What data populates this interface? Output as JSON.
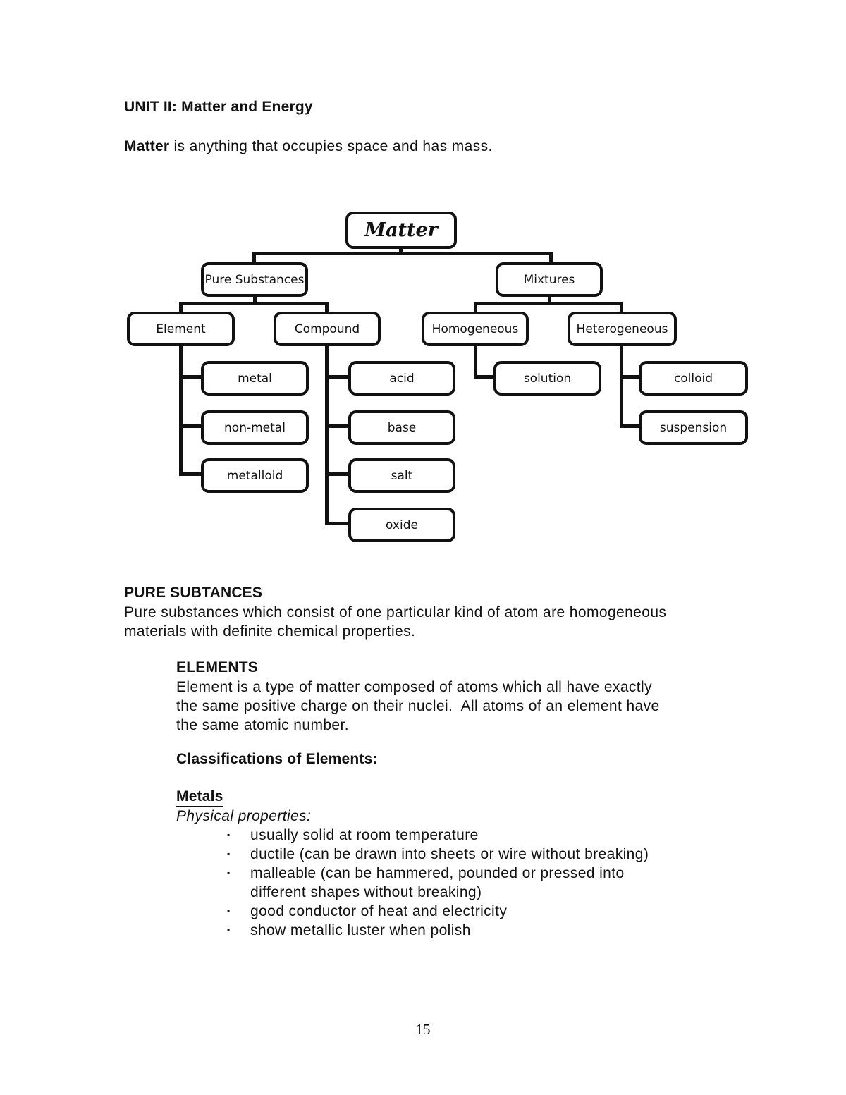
{
  "header": {
    "unit_title": "UNIT II: Matter and Energy",
    "intro_lead": "Matter",
    "intro_rest": " is anything that occupies space and has mass."
  },
  "diagram": {
    "nodes": {
      "matter": "Matter",
      "pure_substances": "Pure Substances",
      "mixtures": "Mixtures",
      "element": "Element",
      "compound": "Compound",
      "homogeneous": "Homogeneous",
      "heterogeneous": "Heterogeneous",
      "metal": "metal",
      "non_metal": "non-metal",
      "metalloid": "metalloid",
      "acid": "acid",
      "base": "base",
      "salt": "salt",
      "oxide": "oxide",
      "solution": "solution",
      "colloid": "colloid",
      "suspension": "suspension"
    }
  },
  "sections": {
    "pure_substances": {
      "heading": "PURE SUBTANCES",
      "body_lines": [
        "Pure substances which consist of one particular kind of atom are homogeneous",
        "materials with definite chemical properties."
      ]
    },
    "elements": {
      "heading": "ELEMENTS",
      "body_lines": [
        "Element is a type of matter composed of atoms which all have exactly",
        "the same positive charge on their nuclei.  All atoms of an element have",
        "the same atomic number."
      ]
    },
    "classifications": {
      "heading": "Classifications of Elements:"
    },
    "metals": {
      "heading": "Metals",
      "subheading": "Physical properties:",
      "bullet_char": "▪",
      "bullets": [
        "usually solid at room temperature",
        "ductile (can be drawn into sheets or wire without breaking)",
        "malleable (can be hammered, pounded or pressed into different shapes without breaking)",
        "good conductor of heat and electricity",
        "show metallic luster when polish"
      ]
    }
  },
  "footer": {
    "page_number": "15"
  }
}
